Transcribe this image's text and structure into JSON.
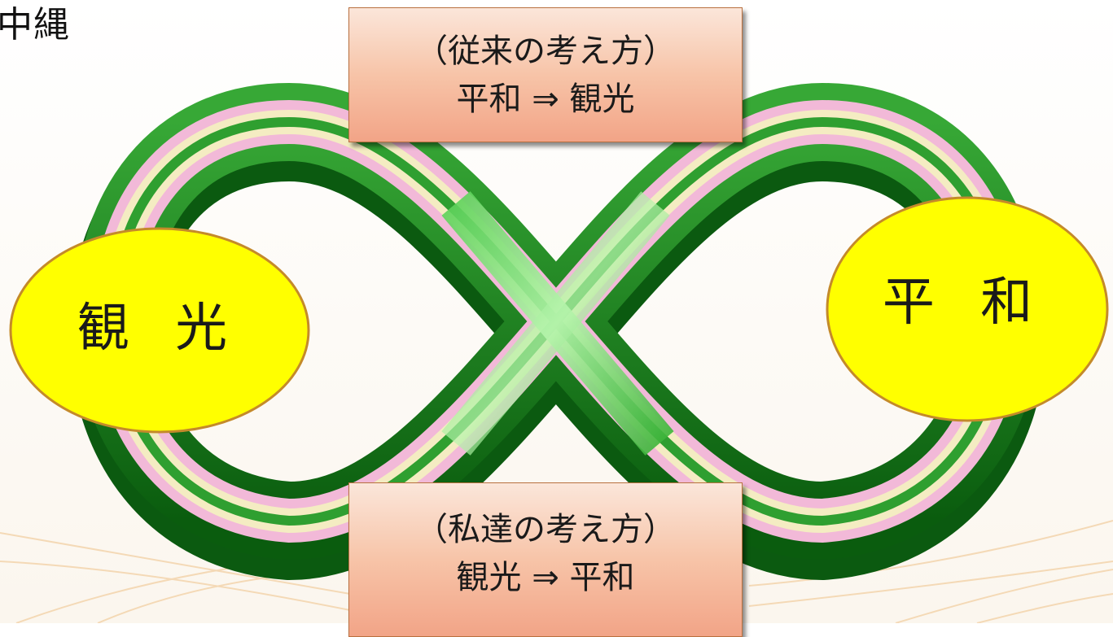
{
  "corner_text": "中縄",
  "top_box": {
    "line1": "（従来の考え方）",
    "line2": "平和 ⇒ 観光"
  },
  "bottom_box": {
    "line1": "（私達の考え方）",
    "line2": "観光 ⇒ 平和"
  },
  "left_oval": {
    "label": "観 光",
    "fill": "#ffff00"
  },
  "right_oval": {
    "label": "平 和",
    "fill": "#ffff00"
  },
  "colors": {
    "loop_green_dark": "#0d6b12",
    "loop_green": "#2ea02f",
    "loop_light_green": "#a8f0a0",
    "stripe_pink": "#f2b9d8",
    "stripe_cream": "#f4ecc2",
    "box_fill": "#f7c4a8",
    "oval_border": "#c48a2a"
  }
}
